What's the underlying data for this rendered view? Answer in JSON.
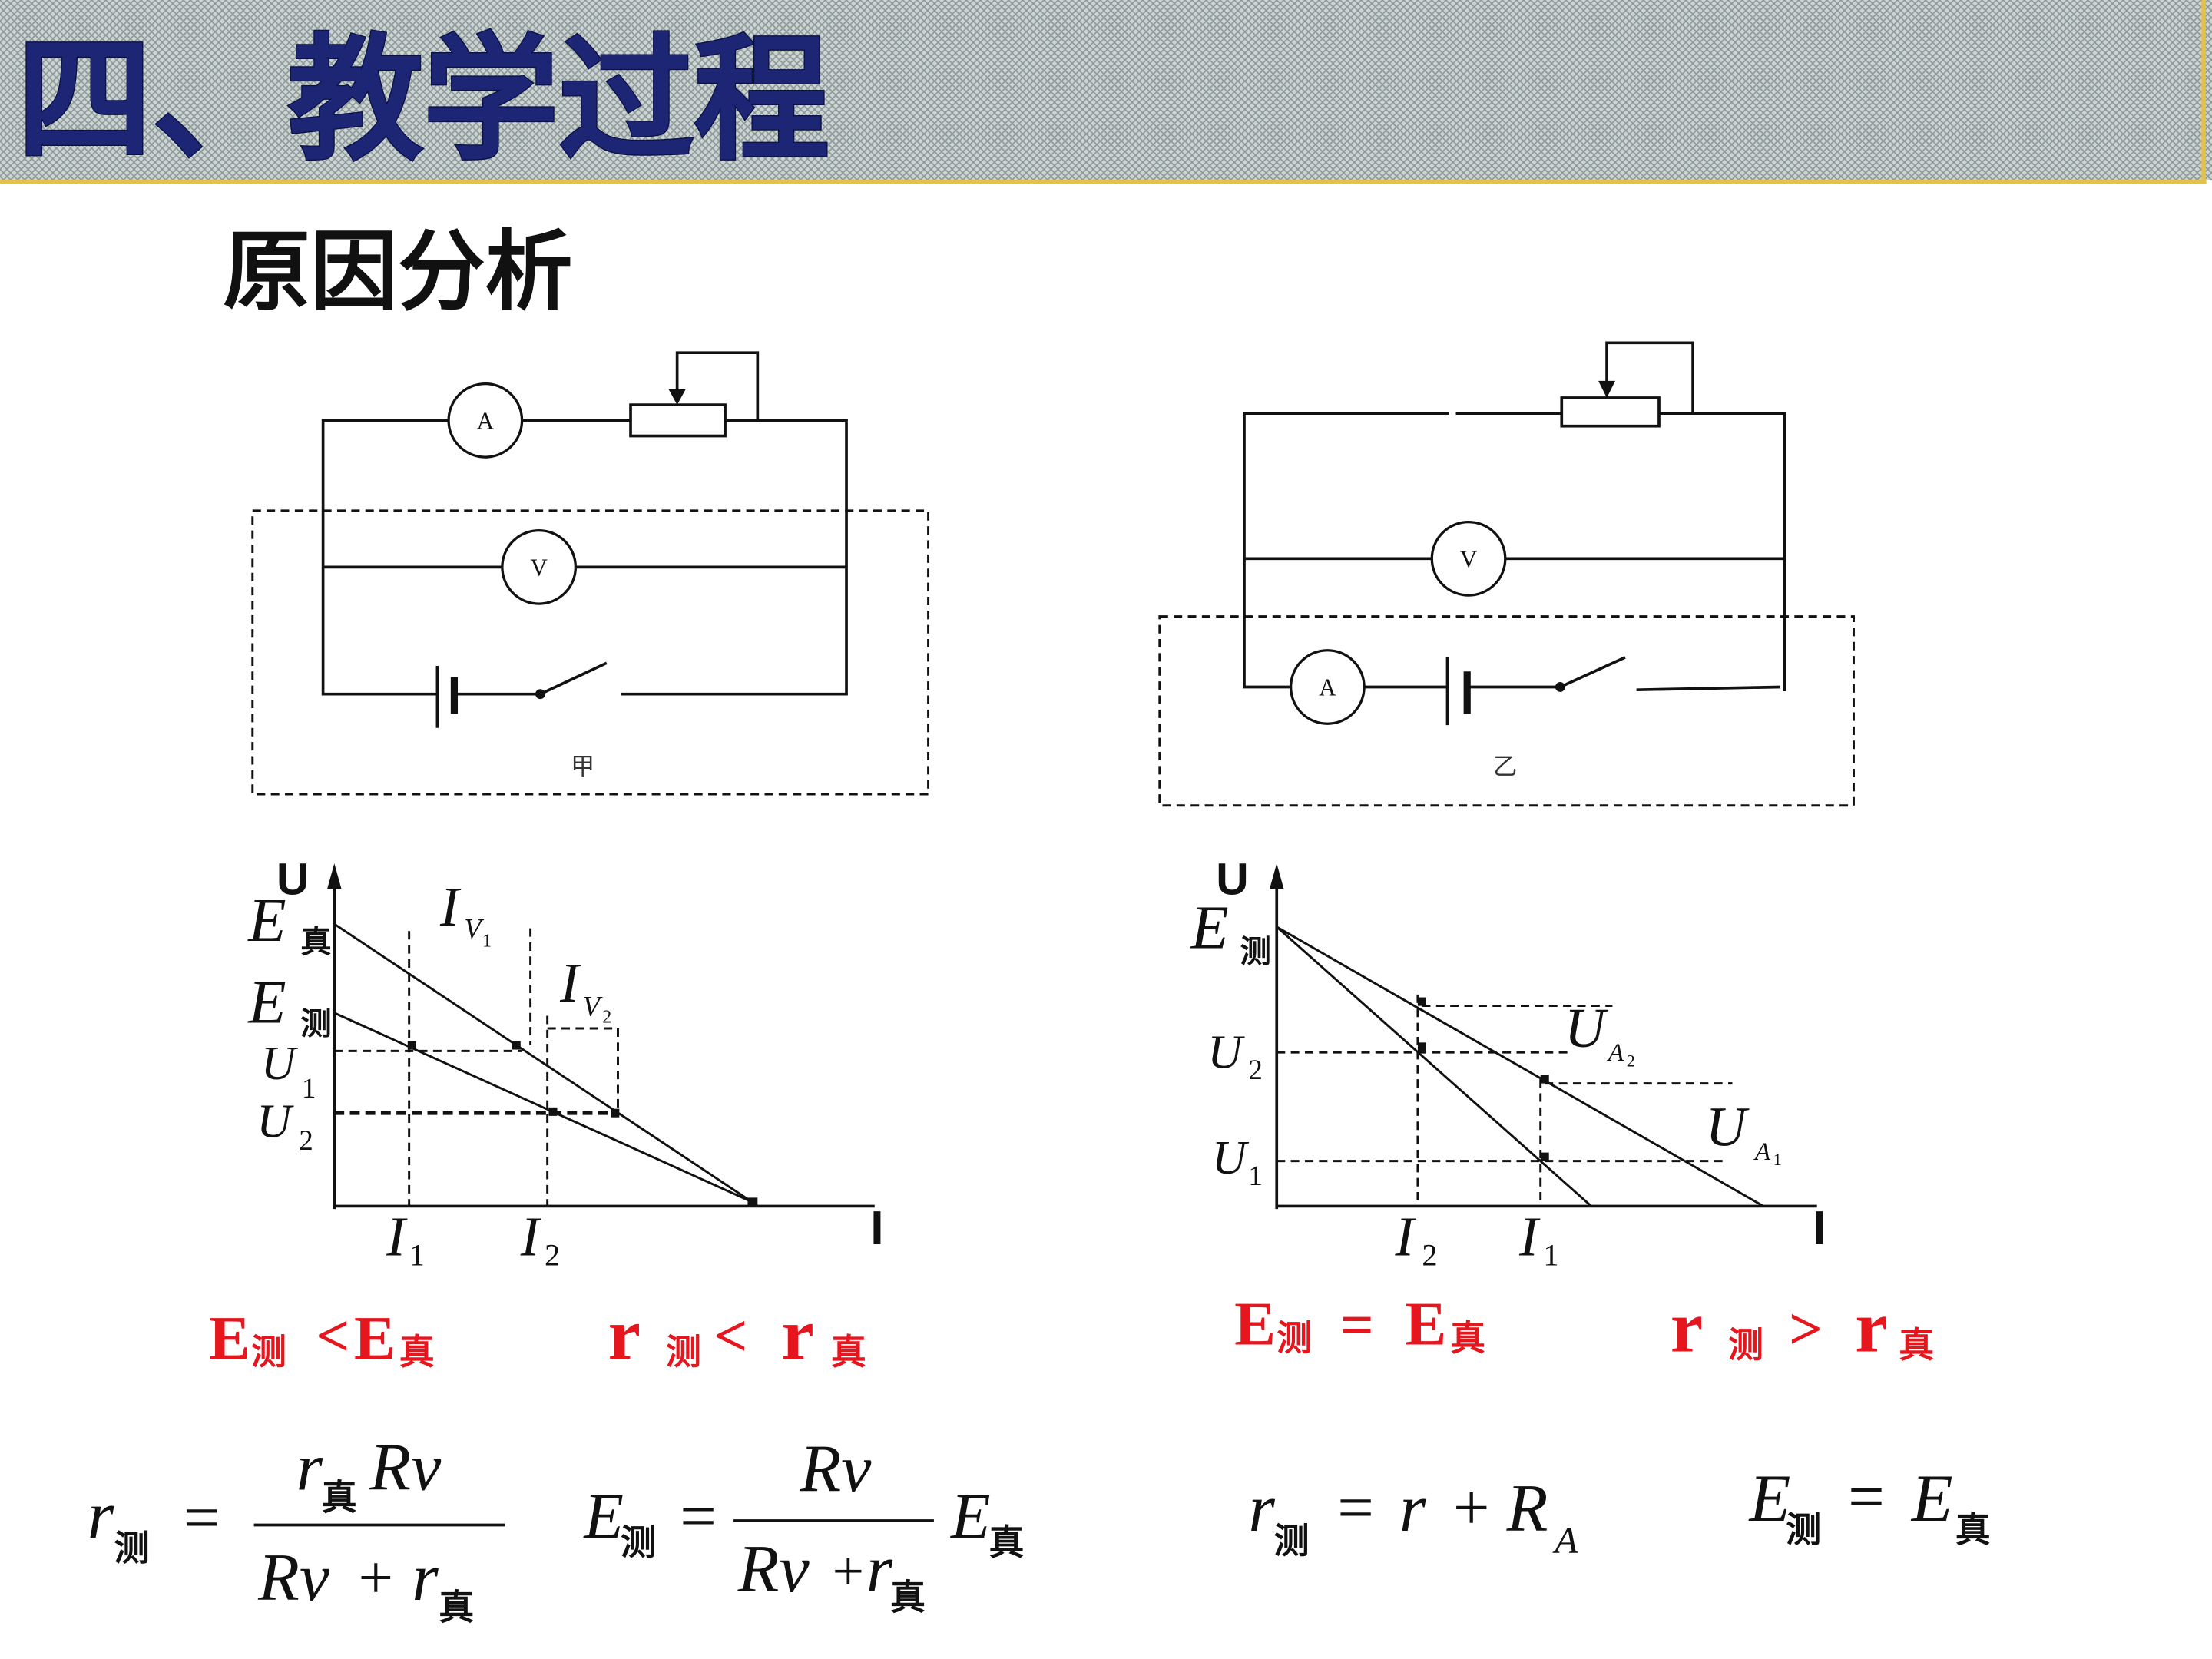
{
  "header": {
    "title": "四、教学过程"
  },
  "section_title": "原因分析",
  "colors": {
    "title": "#1c2674",
    "conclusion": "#e5161e",
    "header_line": "#e2c24a"
  },
  "circuit_jia": {
    "ammeter": "A",
    "voltmeter": "V",
    "caption": "甲"
  },
  "circuit_yi": {
    "ammeter": "A",
    "voltmeter": "V",
    "caption": "乙"
  },
  "graph_jia": {
    "y_axis": "U",
    "x_axis": "I",
    "e_true": {
      "base": "E",
      "sub": "真"
    },
    "e_meas": {
      "base": "E",
      "sub": "测"
    },
    "u1": {
      "base": "U",
      "sub": "1"
    },
    "u2": {
      "base": "U",
      "sub": "2"
    },
    "iv1": {
      "base": "I",
      "sub": "V",
      "subsub": "1"
    },
    "iv2": {
      "base": "I",
      "sub": "V",
      "subsub": "2"
    },
    "i1": {
      "base": "I",
      "sub": "1"
    },
    "i2": {
      "base": "I",
      "sub": "2"
    }
  },
  "graph_yi": {
    "y_axis": "U",
    "x_axis": "I",
    "e_meas": {
      "base": "E",
      "sub": "测"
    },
    "u2": {
      "base": "U",
      "sub": "2"
    },
    "u1": {
      "base": "U",
      "sub": "1"
    },
    "ua2": {
      "base": "U",
      "sub": "A",
      "subsub": "2"
    },
    "ua1": {
      "base": "U",
      "sub": "A",
      "subsub": "1"
    },
    "i2": {
      "base": "I",
      "sub": "2"
    },
    "i1": {
      "base": "I",
      "sub": "1"
    }
  },
  "conclusions": {
    "jia_e": {
      "lhs": "E",
      "lhs_sub": "测",
      "op": "<",
      "rhs": "E",
      "rhs_sub": "真"
    },
    "jia_r": {
      "lhs": "r",
      "lhs_sub": "测",
      "op": "<",
      "rhs": "r",
      "rhs_sub": "真"
    },
    "yi_e": {
      "lhs": "E",
      "lhs_sub": "测",
      "op": "=",
      "rhs": "E",
      "rhs_sub": "真"
    },
    "yi_r": {
      "lhs": "r",
      "lhs_sub": "测",
      "op": ">",
      "rhs": "r",
      "rhs_sub": "真"
    }
  },
  "formulas": {
    "r_jia": {
      "lhs": "r",
      "lhs_sub": "测",
      "eq": "=",
      "num_a": "r",
      "num_a_sub": "真",
      "num_b": "Rv",
      "den_a": "Rv",
      "den_op": "+",
      "den_b": "r",
      "den_b_sub": "真"
    },
    "e_jia": {
      "lhs": "E",
      "lhs_sub": "测",
      "eq": "=",
      "num": "Rv",
      "den_a": "Rv",
      "den_op": "+",
      "den_b": "r",
      "den_b_sub": "真",
      "factor": "E",
      "factor_sub": "真"
    },
    "r_yi": {
      "lhs": "r",
      "lhs_sub": "测",
      "eq": "=",
      "a": "r",
      "op": "+",
      "b": "R",
      "b_sub": "A"
    },
    "e_yi": {
      "lhs": "E",
      "lhs_sub": "测",
      "eq": "=",
      "rhs": "E",
      "rhs_sub": "真"
    }
  }
}
